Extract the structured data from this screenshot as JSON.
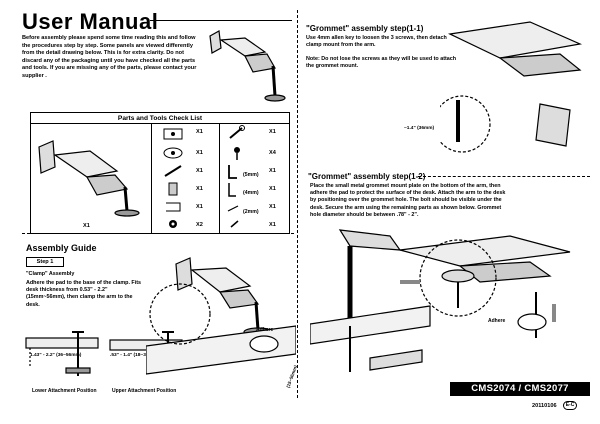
{
  "header": {
    "title": "User Manual",
    "intro": "Before assembly please spend some time reading this and follow the procedures step by step. Some panels are viewed differently from the detail drawing below. This is for extra clarity. Do not discard any of the packaging until you have checked all the parts and tools. If you are missing any of the parts, please contact your supplier ."
  },
  "checklist": {
    "title": "Parts and Tools Check List",
    "arm_qty": "X1",
    "parts_col1": [
      {
        "qty": "X1",
        "icon": "clamp-plate-icon"
      },
      {
        "qty": "X1",
        "icon": "grommet-plate-icon"
      },
      {
        "qty": "X1",
        "icon": "long-bolt-icon"
      },
      {
        "qty": "X1",
        "icon": "spacer-icon"
      },
      {
        "qty": "X1",
        "icon": "bracket-icon"
      },
      {
        "qty": "X2",
        "icon": "washer-icon"
      }
    ],
    "parts_col2": [
      {
        "qty": "X1",
        "label": "",
        "icon": "wrench-icon"
      },
      {
        "qty": "X4",
        "label": "",
        "icon": "screw-icon"
      },
      {
        "qty": "X1",
        "label": "(5mm)",
        "icon": "allen-key-5mm-icon"
      },
      {
        "qty": "X1",
        "label": "(4mm)",
        "icon": "allen-key-4mm-icon"
      },
      {
        "qty": "X1",
        "label": "(2mm)",
        "icon": "allen-key-2mm-icon"
      },
      {
        "qty": "X1",
        "label": "",
        "icon": "small-screw-icon"
      }
    ]
  },
  "assembly": {
    "title": "Assembly Guide",
    "step": "Step 1",
    "clamp_title": "\"Clamp\" Assembly",
    "clamp_text": "Adhere the pad to the base of the clamp. Fits desk thickness from 0.53\" - 2.2\" (15mm~56mm), then clamp the arm to the desk.",
    "adhere_label": "Adhere",
    "lower_dim": "1.43\" - 2.2\" (36~56mm)",
    "upper_dim": ".53\" - 1.4\" (18~36mm)",
    "lower_caption": "Lower Attachment Position",
    "upper_caption": "Upper Attachment Position",
    "desk_label": "(15~56mm)"
  },
  "grommet1": {
    "title": "\"Grommet\" assembly step(1-1)",
    "text": "Use 4mm allen key to loosen the 3 screws, then detach clamp mount from the arm.",
    "note": "Note: Do not lose the screws as they will be used to attach the grommet mount.",
    "dim": "~1.4\" (36mm)"
  },
  "grommet2": {
    "title": "\"Grommet\" assembly step(1-2)",
    "text": "Place the small metal grommet mount plate on the bottom of the arm, then adhere the pad to protect the surface of the desk. Attach the arm to the desk by positioning over the grommet hole. The bolt should be visible under the desk. Secure the arm using the remaining parts as shown below. Grommet hole diameter should be between .78\" - 2\".",
    "adhere_label": "Adhere"
  },
  "footer": {
    "model": "CMS2074 / CMS2077",
    "date": "20110106",
    "code": "E-C"
  }
}
